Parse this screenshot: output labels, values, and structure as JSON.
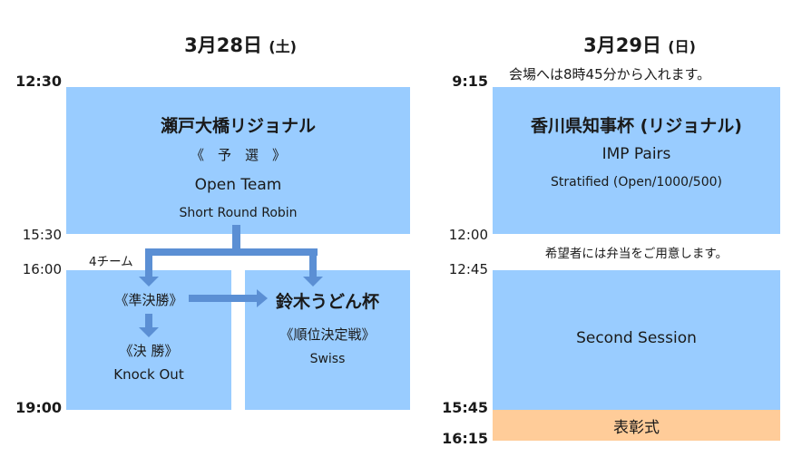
{
  "colors": {
    "session_box": "#99ccff",
    "award_box": "#ffcc99",
    "arrow": "#5b8fd4"
  },
  "day1": {
    "title": "3月28日",
    "dow": "(土)",
    "times": {
      "start": "12:30",
      "prelim_end": "15:30",
      "finals_start": "16:00",
      "end": "19:00"
    },
    "prelim": {
      "title": "瀬戸大橋リジョナル",
      "stage": "《　予　選　》",
      "event": "Open Team",
      "format": "Short Round Robin"
    },
    "teams_label": "4チーム",
    "knockout": {
      "semifinal": "《準決勝》",
      "final": "《決 勝》",
      "format": "Knock Out"
    },
    "consolation": {
      "title": "鈴木うどん杯",
      "stage": "《順位決定戦》",
      "format": "Swiss"
    }
  },
  "day2": {
    "title": "3月29日",
    "dow": "(日)",
    "venue_note": "会場へは8時45分から入れます。",
    "times": {
      "start": "9:15",
      "lunch_start": "12:00",
      "second_start": "12:45",
      "award_start": "15:45",
      "end": "16:15"
    },
    "first_session": {
      "title": "香川県知事杯 (リジョナル)",
      "event": "IMP Pairs",
      "format": "Stratified (Open/1000/500)"
    },
    "lunch_note": "希望者には弁当をご用意します。",
    "second_session": {
      "title": "Second Session"
    },
    "award": {
      "title": "表彰式"
    }
  }
}
